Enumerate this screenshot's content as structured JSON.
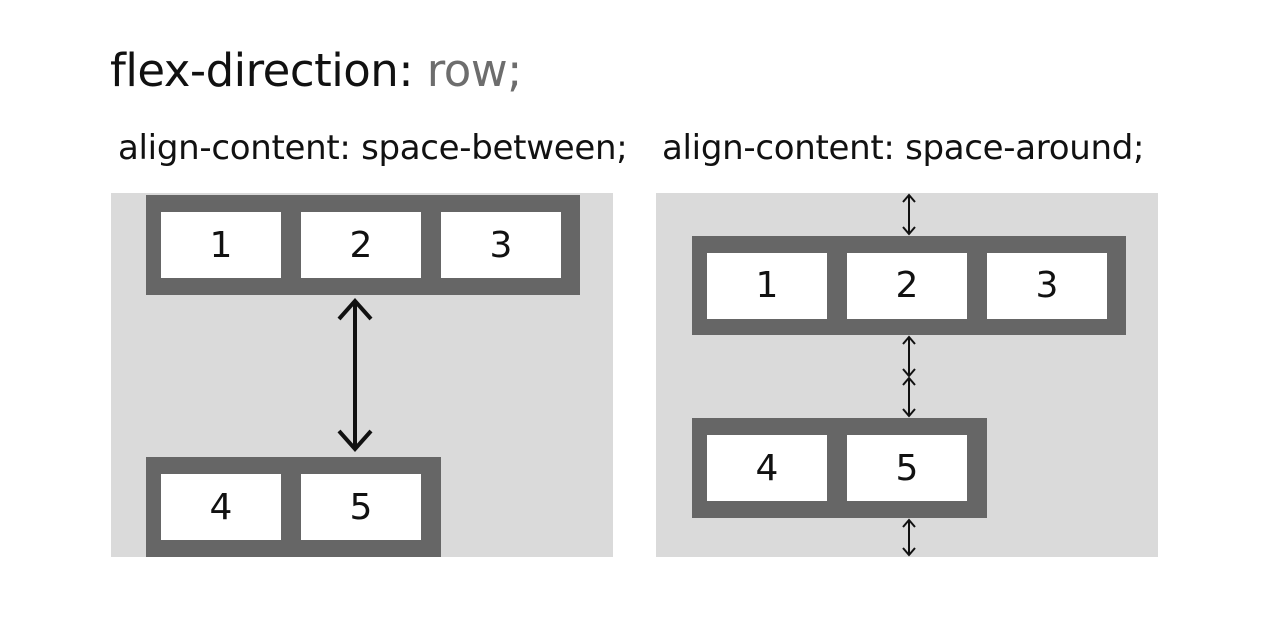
{
  "title": {
    "property": "flex-direction:",
    "value": "row;"
  },
  "panels": [
    {
      "label": "align-content: space-between;",
      "lines": [
        {
          "items": [
            "1",
            "2",
            "3"
          ]
        },
        {
          "items": [
            "4",
            "5"
          ]
        }
      ]
    },
    {
      "label": "align-content: space-around;",
      "lines": [
        {
          "items": [
            "1",
            "2",
            "3"
          ]
        },
        {
          "items": [
            "4",
            "5"
          ]
        }
      ]
    }
  ],
  "colors": {
    "panel_background": "#dadada",
    "flex_line": "#666666",
    "item": "#ffffff",
    "value_text": "#6d6d6d",
    "arrow": "#111111"
  },
  "icons": [
    "double-headed-arrow-icon"
  ]
}
